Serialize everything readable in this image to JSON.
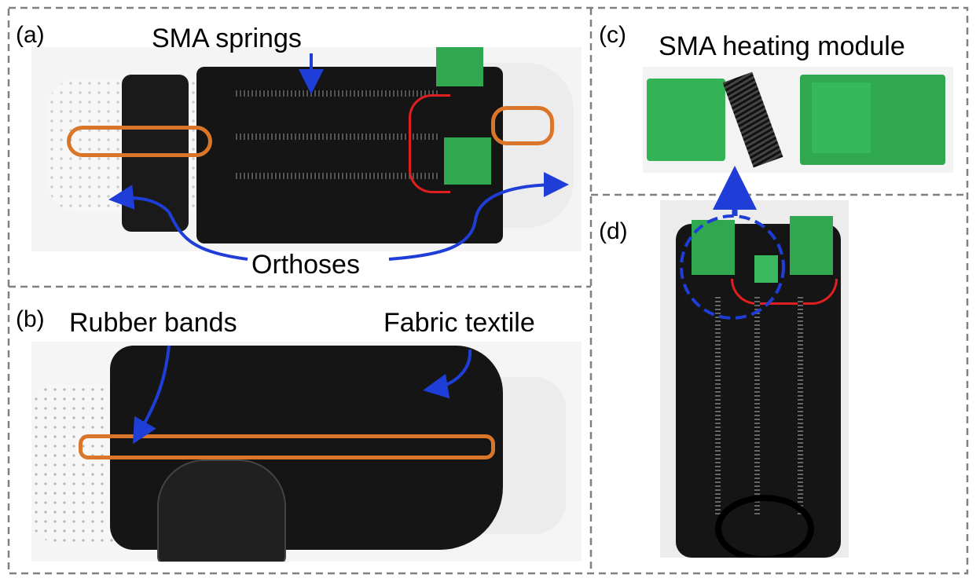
{
  "panels": {
    "a": {
      "tag": "(a)",
      "labels": {
        "springs": "SMA springs",
        "orthoses": "Orthoses"
      }
    },
    "b": {
      "tag": "(b)",
      "labels": {
        "rubber": "Rubber bands",
        "fabric": "Fabric textile"
      }
    },
    "c": {
      "tag": "(c)",
      "labels": {
        "module": "SMA heating module"
      }
    },
    "d": {
      "tag": "(d)"
    }
  },
  "colors": {
    "arrow": "#1f3ed8",
    "fabric": "#141414",
    "pcb": "#2fa84f",
    "band": "#d9762a",
    "orthosis": "#f2f2f2",
    "divider": "#808080"
  }
}
